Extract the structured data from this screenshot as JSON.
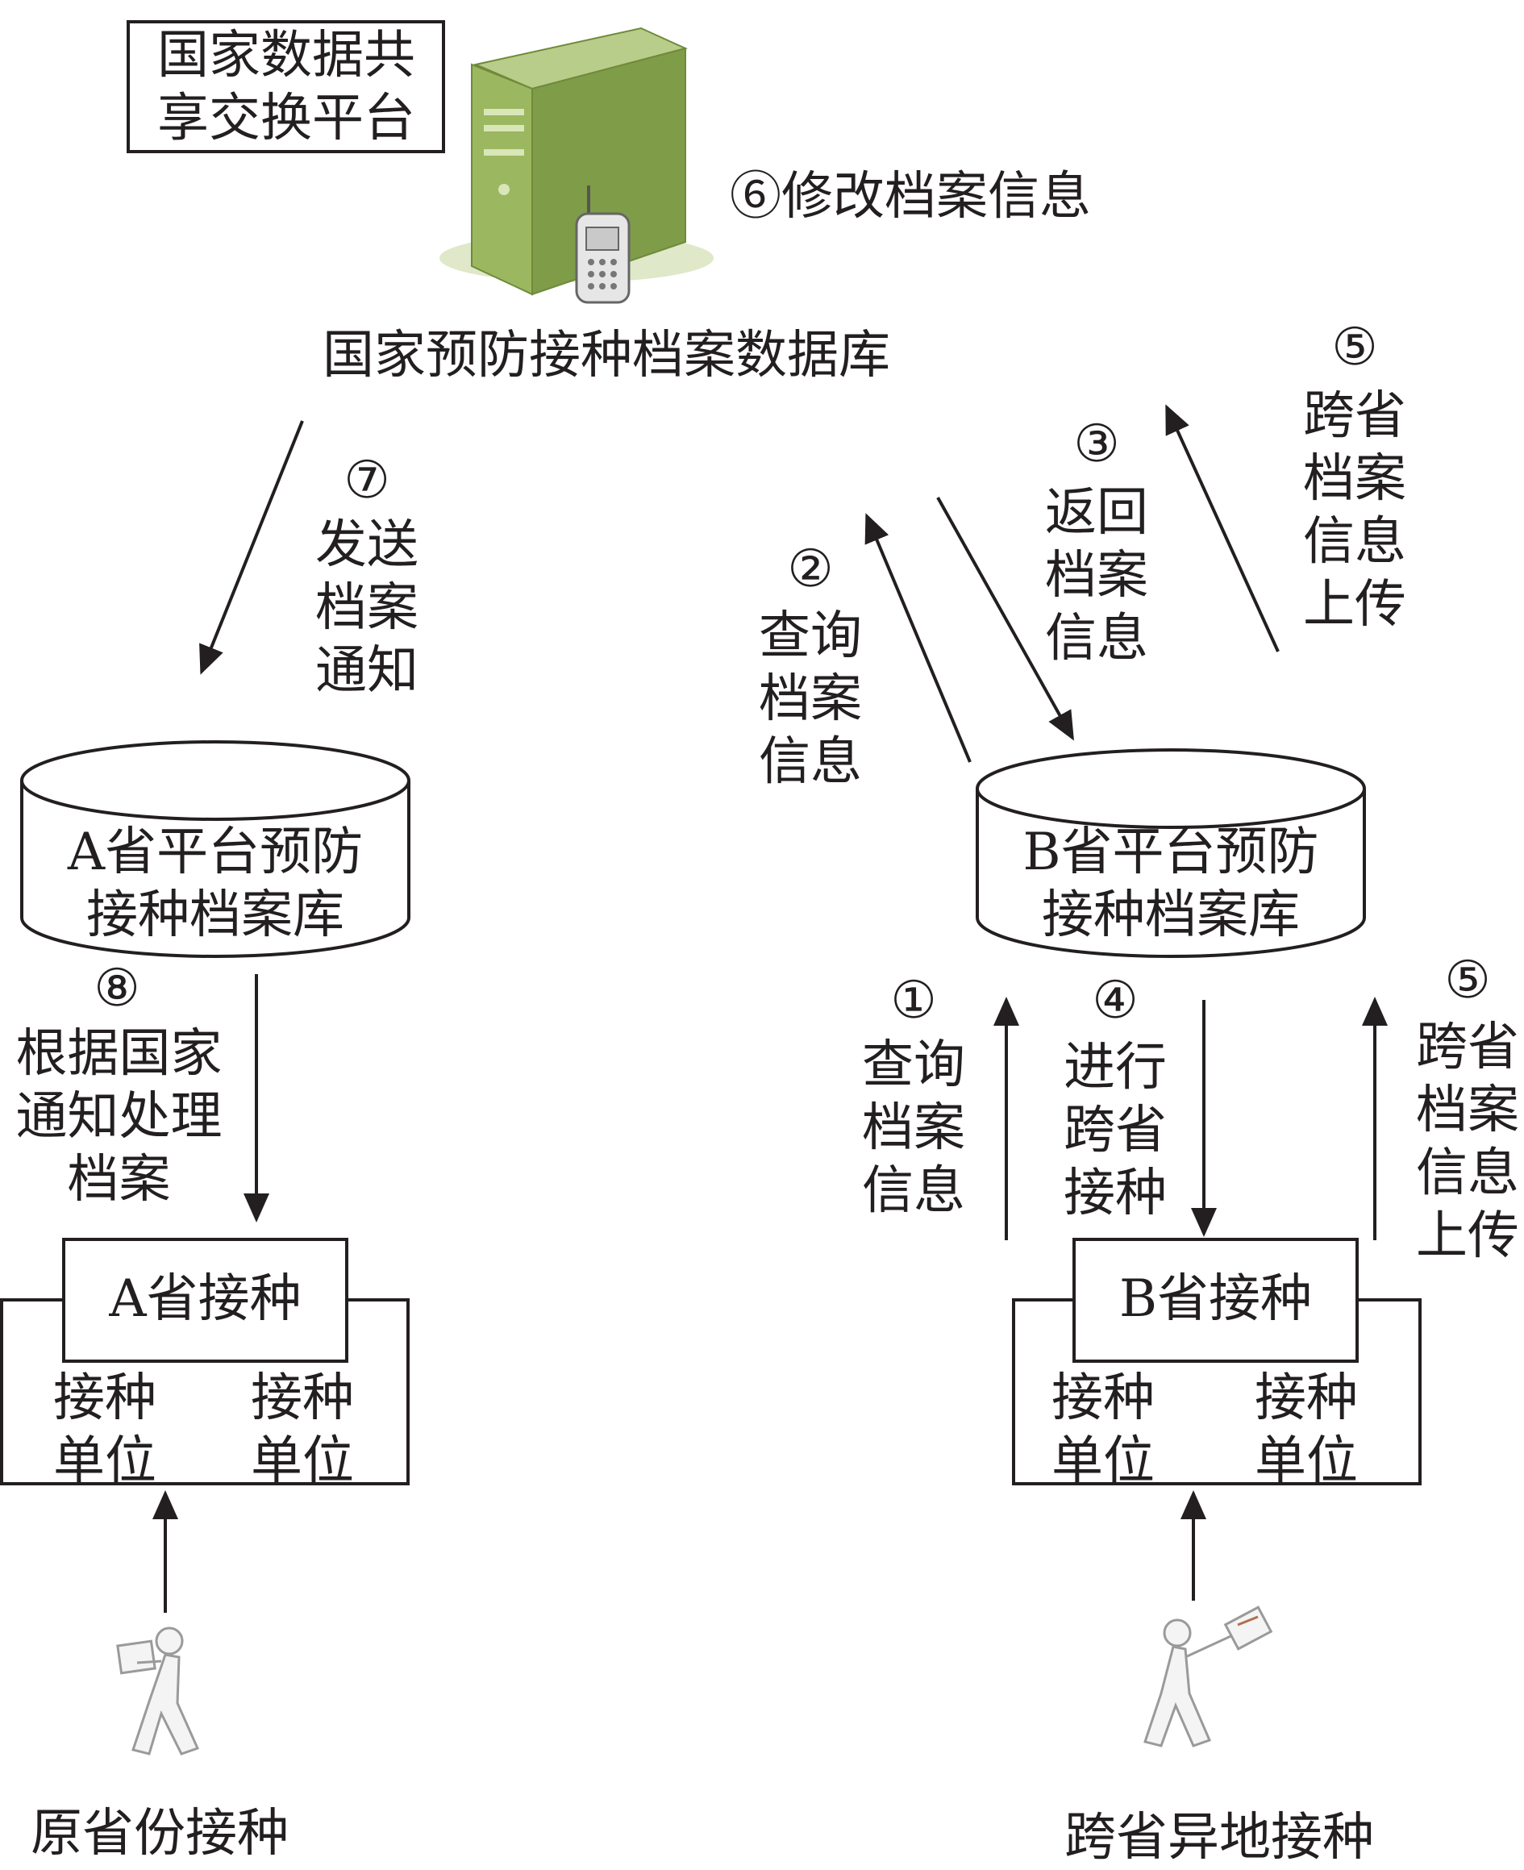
{
  "platform_label": "国家数据共\n享交换平台",
  "national_db_label": "国家预防接种档案数据库",
  "steps": {
    "s6": "⑥修改档案信息",
    "s7_num": "⑦",
    "s7": "发送\n档案\n通知",
    "s2_num": "②",
    "s2": "查询\n档案\n信息",
    "s3_num": "③",
    "s3": "返回\n档案\n信息",
    "s5a_num": "⑤",
    "s5a": "跨省\n档案\n信息\n上传",
    "s8_num": "⑧",
    "s8": "根据国家\n通知处理\n档案",
    "s1_num": "①",
    "s1": "查询\n档案\n信息",
    "s4_num": "④",
    "s4": "进行\n跨省\n接种",
    "s5b_num": "⑤",
    "s5b": "跨省\n档案\n信息\n上传"
  },
  "a_db": "A省平台预防\n接种档案库",
  "b_db": "B省平台预防\n接种档案库",
  "a_vaccination": "A省接种",
  "b_vaccination": "B省接种",
  "unit_label": "接种\n单位",
  "a_person_label": "原省份接种",
  "b_person_label": "跨省异地接种",
  "colors": {
    "server_green": "#9bb760",
    "ink": "#231f20",
    "person": "#bdbdbd"
  }
}
